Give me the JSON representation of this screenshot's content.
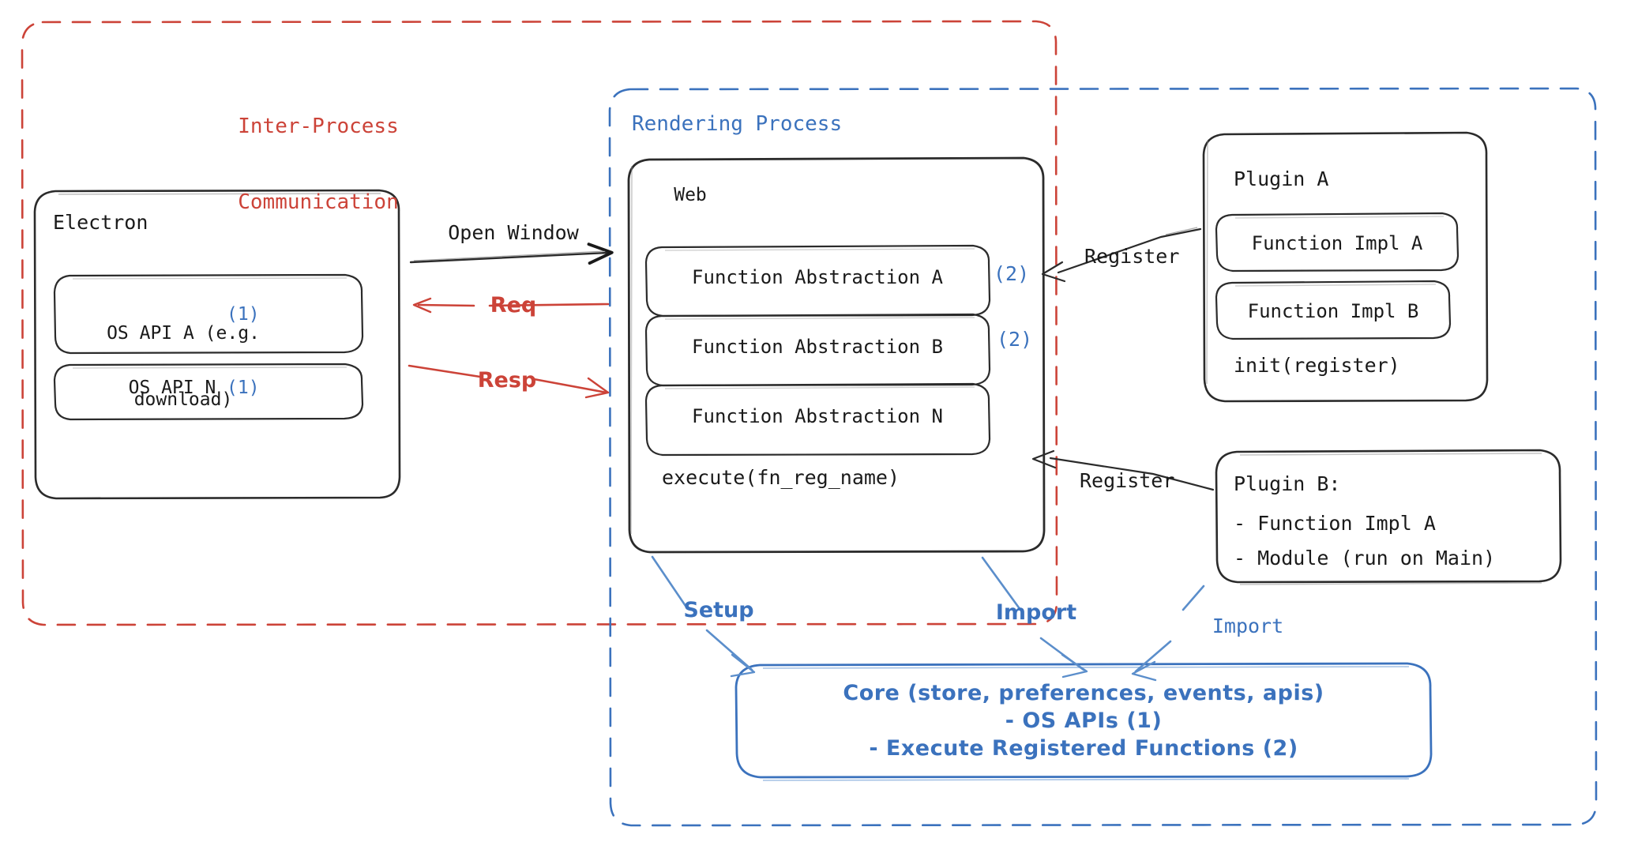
{
  "diagram": {
    "title_hidden": "",
    "colors": {
      "red": "#cc4338",
      "blue": "#3b72bd",
      "blue_arrow": "#5b8ecb",
      "ink": "#1a1a1a",
      "background": "#ffffff"
    },
    "regions": [
      {
        "id": "ipc",
        "label": "Inter-Process\nCommunication",
        "style": "dashed",
        "color": "#cc4338"
      },
      {
        "id": "rendering",
        "label": "Rendering Process",
        "style": "dashed",
        "color": "#3b72bd"
      }
    ],
    "ipc_label_line1": "Inter-Process",
    "ipc_label_line2": "Communication",
    "rendering_label": "Rendering Process"
  },
  "electron": {
    "title": "Electron",
    "apis": [
      {
        "name": "OS API A (e.g.\ndownload)",
        "name_line1": "OS API A (e.g.",
        "name_line2": "download)",
        "marker": "(1)"
      },
      {
        "name": "OS API N",
        "name_line1": "OS API N",
        "name_line2": "",
        "marker": "(1)"
      }
    ]
  },
  "web": {
    "title": "Web",
    "abstractions": [
      {
        "label": "Function Abstraction A",
        "marker": "(2)"
      },
      {
        "label": "Function Abstraction B",
        "marker": "(2)"
      },
      {
        "label": "Function Abstraction N",
        "marker": ""
      }
    ],
    "footer": "execute(fn_reg_name)"
  },
  "plugin_a": {
    "title": "Plugin A",
    "impls": [
      {
        "label": "Function Impl A"
      },
      {
        "label": "Function Impl B"
      }
    ],
    "footer": "init(register)"
  },
  "plugin_b": {
    "title": "Plugin B:",
    "items": [
      {
        "label": "- Function Impl A"
      },
      {
        "label": "- Module (run on Main)"
      }
    ]
  },
  "core": {
    "line1": "Core (store, preferences, events, apis)",
    "line2": "- OS APIs (1)",
    "line3": "- Execute Registered Functions (2)"
  },
  "edges": [
    {
      "id": "open-window",
      "label": "Open Window",
      "color": "#1a1a1a",
      "from": "electron",
      "to": "web"
    },
    {
      "id": "req",
      "label": "Req",
      "color": "#cc4338",
      "from": "web",
      "to": "electron"
    },
    {
      "id": "resp",
      "label": "Resp",
      "color": "#cc4338",
      "from": "electron",
      "to": "web"
    },
    {
      "id": "register-a",
      "label": "Register",
      "color": "#1a1a1a",
      "from": "plugin_a",
      "to": "web"
    },
    {
      "id": "register-b",
      "label": "Register",
      "color": "#1a1a1a",
      "from": "plugin_b",
      "to": "web"
    },
    {
      "id": "setup",
      "label": "Setup",
      "color": "#3b72bd",
      "from": "web",
      "to": "core"
    },
    {
      "id": "import-web",
      "label": "Import",
      "color": "#3b72bd",
      "from": "web",
      "to": "core"
    },
    {
      "id": "import-plugin-b",
      "label": "Import",
      "color": "#3b72bd",
      "from": "plugin_b",
      "to": "core"
    }
  ]
}
